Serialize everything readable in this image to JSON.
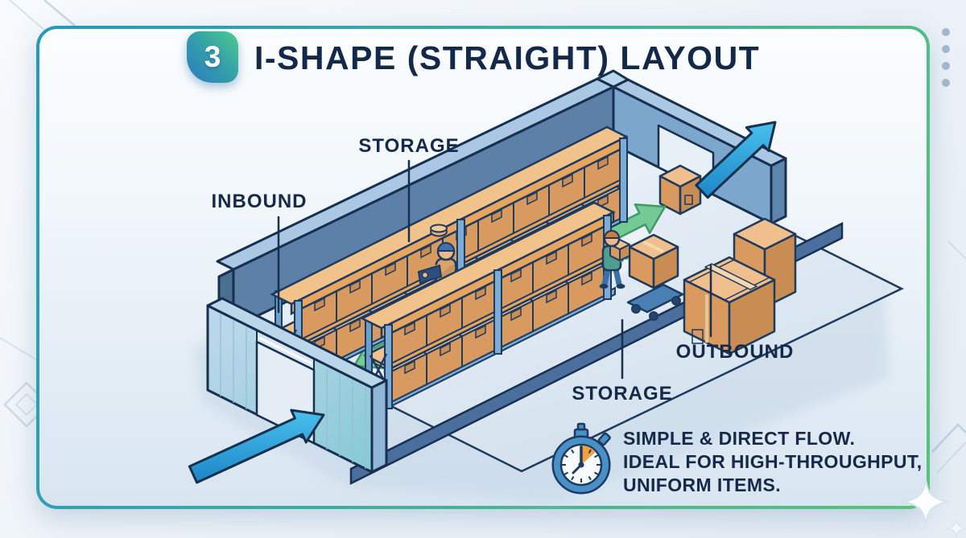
{
  "card": {
    "badge_number": "3",
    "title": "I-SHAPE (STRAIGHT) LAYOUT"
  },
  "diagram": {
    "type": "isometric-warehouse-i-shape",
    "labels": {
      "storage_top": "STORAGE",
      "inbound": "INBOUND",
      "outbound": "OUTBOUND",
      "storage_bottom": "STORAGE"
    },
    "flow": {
      "inbound_arrow": "blue arrow entering front door (bottom-left)",
      "outbound_arrow": "blue arrow exiting rear door (top-right)",
      "aisle_arrow": "green double-headed straight flow arrow"
    }
  },
  "callout": {
    "icon": "stopwatch-icon",
    "lines": [
      "SIMPLE & DIRECT FLOW.",
      "IDEAL FOR HIGH-THROUGHPUT,",
      "UNIFORM ITEMS."
    ]
  },
  "colors": {
    "title_text": "#14284a",
    "label_text": "#15294a",
    "outline_navy": "#17304f",
    "arrow_blue": "#2e9ad8",
    "arrow_green": "#74ca94",
    "box_tan": "#d99a60",
    "wall_blue": "#5c80a8",
    "wall_light": "#7ca6cc",
    "card_border_gradient": [
      "#2499bd",
      "#57c47c"
    ],
    "badge_gradient": [
      "#4fcb8c",
      "#2c7ac0"
    ],
    "stopwatch_orange": "#f0a243"
  }
}
